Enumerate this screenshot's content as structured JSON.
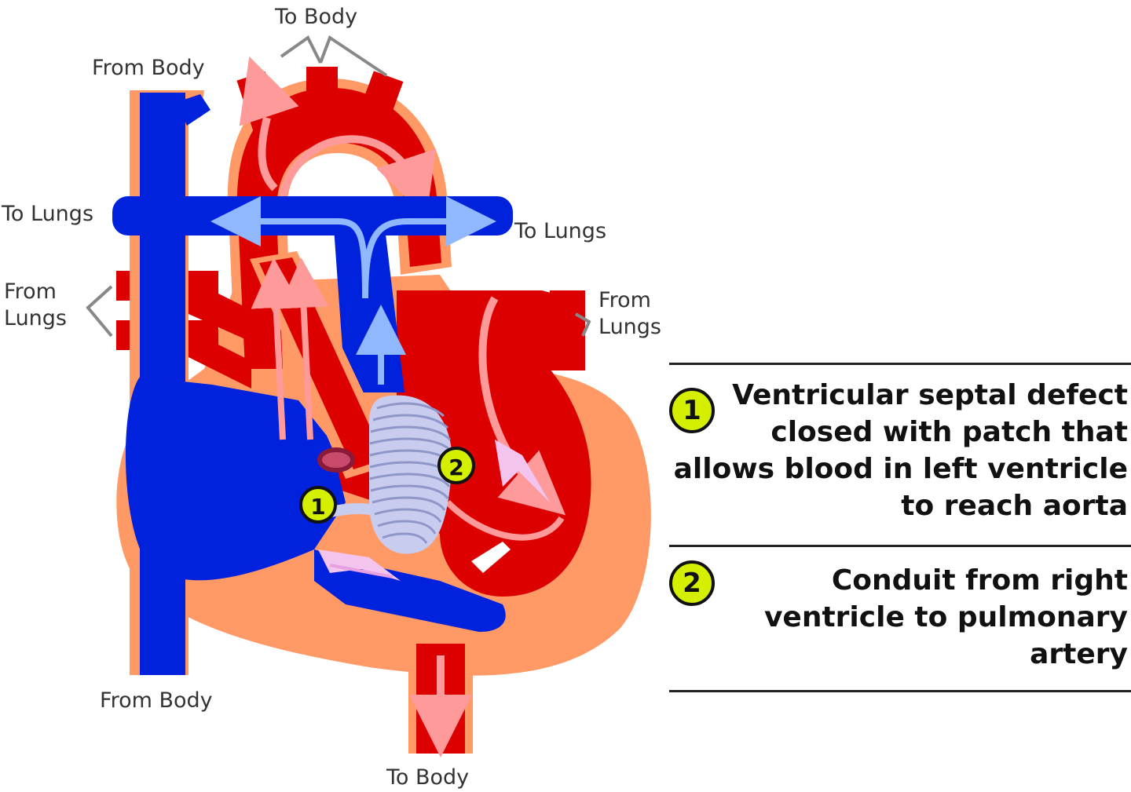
{
  "labels": {
    "to_body_top": "To Body",
    "from_body_top": "From Body",
    "to_lungs_left": "To Lungs",
    "to_lungs_right": "To Lungs",
    "from_lungs_left": [
      "From",
      "Lungs"
    ],
    "from_lungs_right": [
      "From",
      "Lungs"
    ],
    "from_body_bottom": "From Body",
    "to_body_bottom": "To Body"
  },
  "markers": {
    "marker_1": "1",
    "marker_2": "2"
  },
  "legend": {
    "items": [
      {
        "number": "1",
        "lines": [
          "Ventricular septal defect",
          "closed with patch that",
          "allows blood in left ventricle",
          "to reach aorta"
        ]
      },
      {
        "number": "2",
        "lines": [
          "Conduit from right",
          "ventricle to pulmonary",
          "artery"
        ]
      }
    ]
  },
  "colors": {
    "oxygenated": "#dd0000",
    "deoxygenated": "#0022dd",
    "heart_outline": "#ff9966",
    "marker_fill": "#d4f000"
  }
}
